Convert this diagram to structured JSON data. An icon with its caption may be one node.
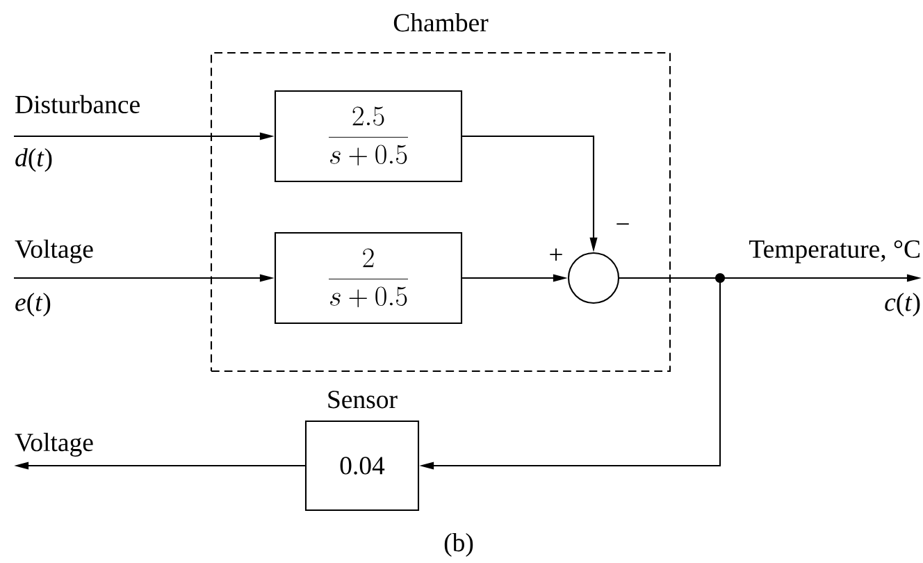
{
  "diagram": {
    "nodes": [
      {
        "text": [
          "Chamber"
        ]
      },
      {
        "text": [
          "\\frac{2.5}{s+0.5}"
        ],
        "in": 0
      },
      {
        "text": [
          "\\frac{2}{s+0.5}"
        ],
        "in": 0
      },
      {
        "text": [],
        "shape": "circle",
        "in": 0,
        "beside": [
          "+",
          "−"
        ]
      },
      {
        "text": [
          "Sensor",
          "0.04"
        ]
      },
      {
        "text": [
          "Disturbance",
          "*d*(*t*)"
        ]
      },
      {
        "text": [
          "Voltage",
          "*e*(*t*)"
        ]
      },
      {
        "text": [
          "Temperature, °C",
          "*c*(*t*)"
        ]
      },
      {
        "text": [
          "Voltage"
        ]
      }
    ],
    "edges": [
      {
        "from": 5,
        "to": 1,
        "arrow": "to"
      },
      {
        "from": 6,
        "to": 2,
        "arrow": "to"
      },
      {
        "from": 1,
        "to": 3,
        "arrow": "to"
      },
      {
        "from": 2,
        "to": 3,
        "arrow": "to"
      },
      {
        "from": 3,
        "to": 7,
        "arrow": "to"
      },
      {
        "from": 3,
        "to": 4,
        "arrow": "to"
      },
      {
        "from": 4,
        "to": 8,
        "arrow": "to"
      }
    ],
    "labels": [
      "(b)"
    ]
  }
}
